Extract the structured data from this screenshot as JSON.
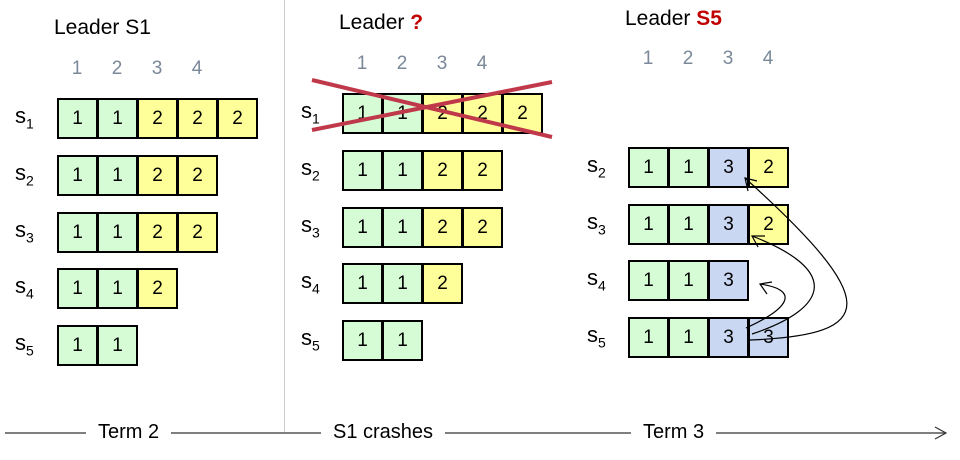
{
  "colors": {
    "term1": "#d6fcd6",
    "term2": "#ffff99",
    "term3": "#c9d7f2",
    "highlight": "#c00000",
    "cross": "#c0394b"
  },
  "index_labels": [
    "1",
    "2",
    "3",
    "4"
  ],
  "panels": [
    {
      "title": "Leader ",
      "leader": "S1",
      "rows": [
        {
          "server": "s",
          "sub": "1",
          "entries": [
            "1",
            "1",
            "2",
            "2",
            "2"
          ]
        },
        {
          "server": "s",
          "sub": "2",
          "entries": [
            "1",
            "1",
            "2",
            "2"
          ]
        },
        {
          "server": "s",
          "sub": "3",
          "entries": [
            "1",
            "1",
            "2",
            "2"
          ]
        },
        {
          "server": "s",
          "sub": "4",
          "entries": [
            "1",
            "1",
            "2"
          ]
        },
        {
          "server": "s",
          "sub": "5",
          "entries": [
            "1",
            "1"
          ]
        }
      ]
    },
    {
      "title": "Leader ",
      "leader": "?",
      "rows": [
        {
          "server": "s",
          "sub": "1",
          "entries": [
            "1",
            "1",
            "2",
            "2",
            "2"
          ],
          "crashed": true
        },
        {
          "server": "s",
          "sub": "2",
          "entries": [
            "1",
            "1",
            "2",
            "2"
          ]
        },
        {
          "server": "s",
          "sub": "3",
          "entries": [
            "1",
            "1",
            "2",
            "2"
          ]
        },
        {
          "server": "s",
          "sub": "4",
          "entries": [
            "1",
            "1",
            "2"
          ]
        },
        {
          "server": "s",
          "sub": "5",
          "entries": [
            "1",
            "1"
          ]
        }
      ]
    },
    {
      "title": "Leader ",
      "leader": "S5",
      "rows": [
        {
          "server": "s",
          "sub": "2",
          "entries": [
            "1",
            "1",
            "3",
            "2"
          ]
        },
        {
          "server": "s",
          "sub": "3",
          "entries": [
            "1",
            "1",
            "3",
            "2"
          ]
        },
        {
          "server": "s",
          "sub": "4",
          "entries": [
            "1",
            "1",
            "3"
          ]
        },
        {
          "server": "s",
          "sub": "5",
          "entries": [
            "1",
            "1",
            "3",
            "3"
          ]
        }
      ]
    }
  ],
  "timeline": {
    "labels": [
      "Term 2",
      "S1 crashes",
      "Term 3"
    ]
  }
}
